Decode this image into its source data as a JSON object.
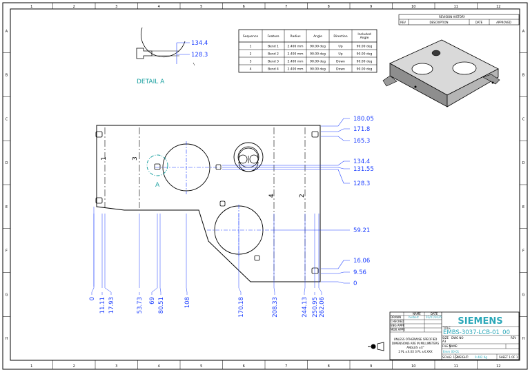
{
  "border": {
    "col_labels": [
      "1",
      "2",
      "3",
      "4",
      "5",
      "6",
      "7",
      "8",
      "9",
      "10",
      "11",
      "12"
    ],
    "row_labels": [
      "A",
      "B",
      "C",
      "D",
      "E",
      "F",
      "G",
      "H"
    ]
  },
  "bend_table": {
    "headers": [
      "Sequence",
      "Feature",
      "Radius",
      "Angle",
      "Direction",
      "Included Angle"
    ],
    "rows": [
      [
        "1",
        "Bend 1",
        "2.400 mm",
        "90.00 deg",
        "Up",
        "90.00 deg"
      ],
      [
        "2",
        "Bend 2",
        "2.400 mm",
        "90.00 deg",
        "Up",
        "90.00 deg"
      ],
      [
        "3",
        "Bend 3",
        "2.400 mm",
        "90.00 deg",
        "Down",
        "90.00 deg"
      ],
      [
        "4",
        "Bend 4",
        "2.400 mm",
        "90.00 deg",
        "Down",
        "90.00 deg"
      ]
    ]
  },
  "revision_block": {
    "title": "REVISION HISTORY",
    "headers": [
      "REV",
      "DESCRIPTION",
      "DATE",
      "APPROVED"
    ]
  },
  "detail": {
    "label": "DETAIL A",
    "dims": [
      "134.4",
      "128.3"
    ],
    "callout": "A"
  },
  "bend_labels": [
    "1",
    "3",
    "4",
    "2"
  ],
  "right_dims": [
    "180.05",
    "171.8",
    "165.3",
    "134.4",
    "131.55",
    "128.3",
    "59.21",
    "16.06",
    "9.56",
    "0"
  ],
  "bottom_dims": [
    "0",
    "11.11",
    "17.93",
    "53.73",
    "69",
    "80.51",
    "108",
    "170.18",
    "208.33",
    "244.13",
    "250.95",
    "262.06"
  ],
  "title_block": {
    "col_name": "NAME",
    "col_date": "DATE",
    "drawn_label": "DRAWN",
    "drawn_name": "herbert",
    "drawn_date": "01/07/2025",
    "checked_label": "CHECKED",
    "eng_appr_label": "ENG APPR",
    "mgr_appr_label": "MGR APPR",
    "note1": "UNLESS OTHERWISE SPECIFIED",
    "note2": "DIMENSIONS ARE IN MILLIMETERS",
    "note3": "ANGLES ±X°",
    "note4": "2 PL ±X.XX  3 PL ±X.XXX",
    "company": "SIEMENS",
    "title_label": "TITLE",
    "drawing_title": "EMBS-3037-LCB-01_00",
    "size_label": "SIZE",
    "size_value": "A3",
    "dwg_no_label": "DWG NO",
    "rev_label": "REV",
    "file_label": "FILE NAME:",
    "file_value": "Emm 00-01",
    "scale_label": "SCALE: 1:2",
    "weight_label": "WEIGHT:",
    "weight_value": "0.482 Kg",
    "sheet_label": "SHEET 1 OF 1"
  },
  "colors": {
    "dimension": "#1a3dff",
    "detail_circle": "#1aa0a0",
    "brand": "#2aa7b8",
    "linework": "#000000"
  }
}
